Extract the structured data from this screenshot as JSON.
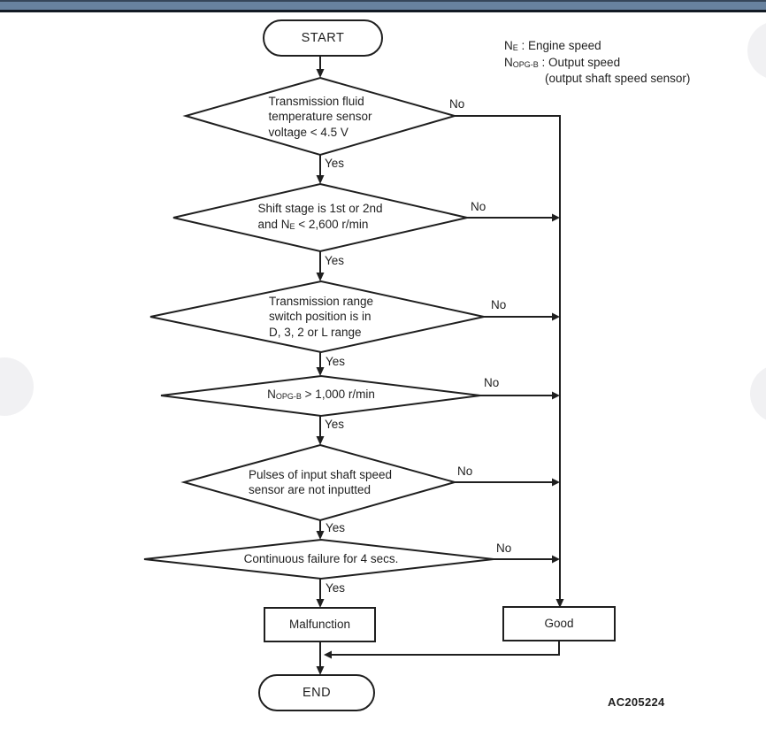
{
  "flowchart": {
    "start_label": "START",
    "end_label": "END",
    "yes_label": "Yes",
    "no_label": "No",
    "decision1": {
      "line1": "Transmission fluid",
      "line2": "temperature sensor",
      "line3": "voltage < 4.5 V"
    },
    "decision2": {
      "line1": "Shift stage is 1st or 2nd",
      "line2_pre": "and N",
      "line2_sub": "E",
      "line2_post": " < 2,600 r/min"
    },
    "decision3": {
      "line1": "Transmission range",
      "line2": "switch position is in",
      "line3": "D, 3, 2 or L range"
    },
    "decision4": {
      "pre": "N",
      "sub": "OPG-B",
      "post": " > 1,000 r/min"
    },
    "decision5": {
      "line1": "Pulses of input shaft speed",
      "line2": "sensor are not inputted"
    },
    "decision6": {
      "line1": "Continuous failure for 4 secs."
    },
    "malfunction_label": "Malfunction",
    "good_label": "Good"
  },
  "legend": {
    "line1_sym": "N",
    "line1_sub": "E",
    "line1_text": " : Engine speed",
    "line2_sym": "N",
    "line2_sub": "OPG-B",
    "line2_text": " : Output speed",
    "line3_text": "(output shaft speed sensor)"
  },
  "figure_code": "AC205224",
  "colors": {
    "line": "#1f1f1f",
    "topbar": "#68829f",
    "topbar_edge_dark": "#121a24"
  }
}
